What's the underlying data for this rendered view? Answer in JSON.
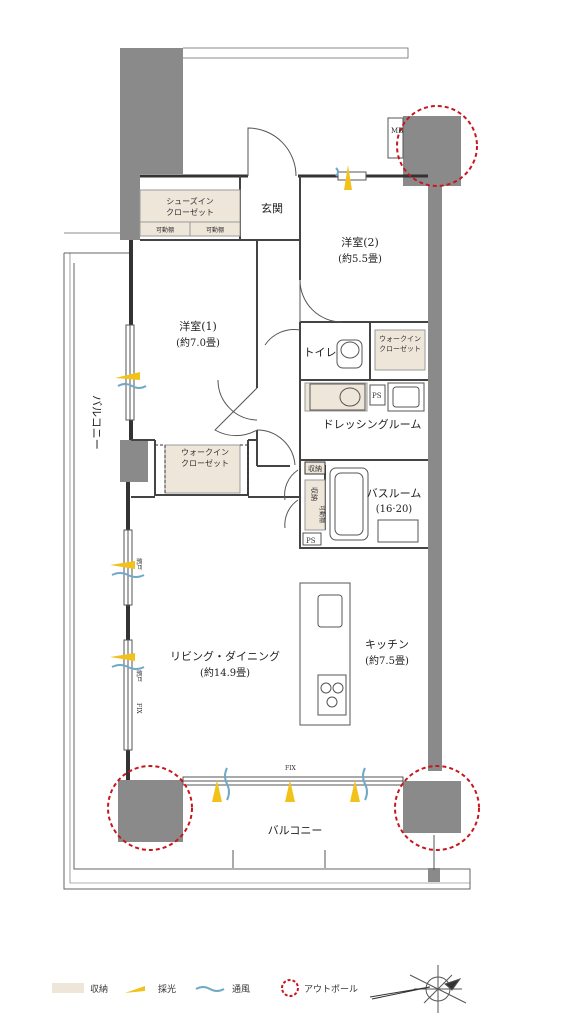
{
  "rooms": {
    "western2": "洋室(2)",
    "western2_size": "(約5.5畳)",
    "western1": "洋室(1)",
    "western1_size": "(約7.0畳)",
    "entrance": "玄関",
    "toilet": "トイレ",
    "dressing": "ドレッシングルーム",
    "bath": "バスルーム",
    "bath_size": "(16·20)",
    "living": "リビング・ダイニング",
    "living_size": "(約14.9畳)",
    "kitchen": "キッチン",
    "kitchen_size": "(約7.5畳)",
    "balcony_bottom": "バルコニー",
    "balcony_left": "バルコニー"
  },
  "storage": {
    "shoe_closet_1": "シューズイン",
    "shoe_closet_2": "クローゼット",
    "movable_shelf_a": "可動棚",
    "movable_shelf_b": "可動棚",
    "wic1_1": "ウォークイン",
    "wic1_2": "クローゼット",
    "wic2_1": "ウォークイン",
    "wic2_2": "クローゼット",
    "storage_small": "収納",
    "storage_tall": "収納",
    "movable_shelf_c": "可動棚"
  },
  "marks": {
    "mb": "MB",
    "ps1": "PS",
    "ps2": "PS",
    "fix1": "FIX",
    "fix_side": "FIX",
    "window_side1": "網戸",
    "window_side2": "網戸"
  },
  "legend": {
    "storage": "収納",
    "light": "採光",
    "ventilation": "通風",
    "outpole": "アウトポール"
  },
  "colors": {
    "wall": "#8a8a8a",
    "storage": "#efe6da",
    "light": "#f2c21b",
    "wind": "#6fa9c6",
    "outpole": "#c8161d"
  }
}
